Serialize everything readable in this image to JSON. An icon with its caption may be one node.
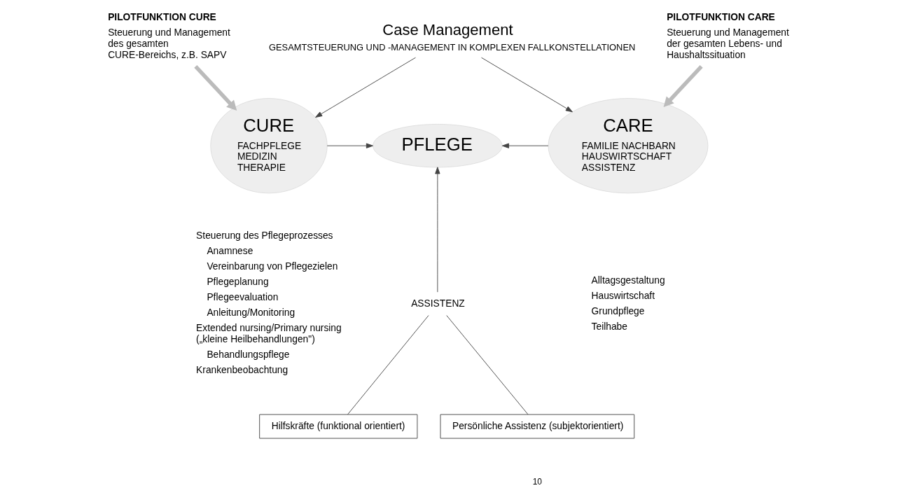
{
  "diagram": {
    "nodes": [
      {
        "text": [
          "Case Management",
          "GESAMTSTEUERUNG UND -MANAGEMENT IN KOMPLEXEN FALLKONSTELLATIONEN"
        ]
      },
      {
        "text": [
          "PILOTFUNKTION CURE",
          "Steuerung und Management des gesamten CURE-Bereichs, z.B. SAPV"
        ]
      },
      {
        "text": [
          "CURE",
          "FACHPFLEGE MEDIZIN THERAPIE"
        ]
      },
      {
        "text": [
          "PFLEGE"
        ]
      },
      {
        "text": [
          "CARE",
          "FAMILIE NACHBARN HAUSWIRTSCHAFT ASSISTENZ"
        ]
      },
      {
        "text": [
          "PILOTFUNKTION CARE",
          "Steuerung und Management der gesamten Lebens- und Haushaltssituation"
        ]
      },
      {
        "text": [
          "ASSISTENZ"
        ]
      },
      {
        "text": [
          "Hilfskräfte (funktional orientiert)"
        ]
      },
      {
        "text": [
          "Persönliche Assistenz (subjektorientiert)"
        ]
      }
    ],
    "edges": [
      {
        "from": 0,
        "to": 2,
        "arrow": "to"
      },
      {
        "from": 0,
        "to": 4,
        "arrow": "to"
      },
      {
        "from": 1,
        "to": 2,
        "arrow": "to",
        "style": "thick",
        "color": "#bbbbbb"
      },
      {
        "from": 5,
        "to": 4,
        "arrow": "to",
        "style": "thick",
        "color": "#bbbbbb"
      },
      {
        "from": 2,
        "to": 3,
        "arrow": "to"
      },
      {
        "from": 4,
        "to": 3,
        "arrow": "to"
      },
      {
        "from": 6,
        "to": 3,
        "arrow": "to"
      },
      {
        "from": 6,
        "to": 7,
        "arrow": "none"
      },
      {
        "from": 6,
        "to": 8,
        "arrow": "none"
      }
    ],
    "labels": [
      "Steuerung des Pflegeprozesses",
      "Anamnese",
      "Vereinbarung von Pflegezielen",
      "Pflegeplanung",
      "Pflegeevaluation",
      "Anleitung/Monitoring",
      "Extended nursing/Primary nursing („kleine Heilbehandlungen\")",
      "Behandlungspflege",
      "Krankenbeobachtung",
      "Alltagsgestaltung",
      "Hauswirtschaft",
      "Grundpflege",
      "Teilhabe",
      "10"
    ]
  }
}
